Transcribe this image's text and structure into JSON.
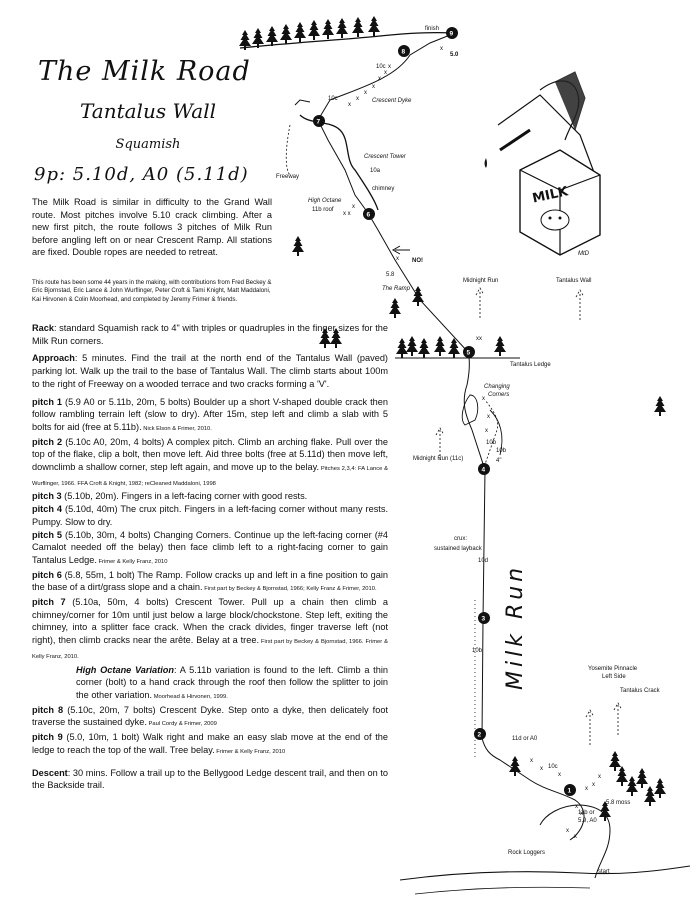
{
  "header": {
    "title": "The Milk Road",
    "subtitle": "Tantalus Wall",
    "location": "Squamish",
    "grade": "9p: 5.10d, A0 (5.11d)"
  },
  "intro": {
    "p1": "The Milk Road is similar in difficulty to the Grand Wall route. Most pitches involve 5.10 crack climbing. After a new first pitch, the route follows 3 pitches of Milk Run before angling left on or near Crescent Ramp. All stations are fixed. Double ropes are needed to retreat.",
    "p2": "This route has been some 44 years in the making, with contributions from Fred Beckey & Eric Bjornstad, Eric Lance & John Wurflinger, Peter Croft & Tami Knight, Matt Maddaloni, Kai Hirvonen & Colin Moorhead, and completed by Jeremy Frimer & friends."
  },
  "rack": {
    "label": "Rack",
    "text": ": standard Squamish rack to 4\" with triples or quadruples in the finger sizes for the Milk Run corners."
  },
  "approach": {
    "label": "Approach",
    "text": ": 5 minutes. Find the trail at the north end of the Tantalus Wall (paved) parking lot. Walk up the trail to the base of Tantalus Wall. The climb starts about 100m to the right of Freeway on a wooded terrace and two cracks forming a 'V'."
  },
  "pitches": [
    {
      "label": "pitch 1",
      "text": " (5.9 A0 or 5.11b, 20m, 5 bolts) Boulder up a short V-shaped double crack then follow rambling terrain left (slow to dry). After 15m, step left and climb a slab with 5 bolts for aid (free at 5.11b).",
      "credit": " Nick Elson & Frimer, 2010."
    },
    {
      "label": "pitch 2",
      "text": " (5.10c A0, 20m, 4 bolts) A complex pitch. Climb an arching flake. Pull over the top of the flake, clip a bolt, then move left. Aid three bolts (free at 5.11d) then move left, downclimb a shallow corner, step left again, and move up to the belay.",
      "credit": " Pitches 2,3,4: FA Lance & Wurflinger, 1966. FFA Croft & Knight, 1982; reCleaned Maddaloni, 1998"
    },
    {
      "label": "pitch 3",
      "text": " (5.10b, 20m). Fingers in a left-facing corner with good rests.",
      "credit": ""
    },
    {
      "label": "pitch 4",
      "text": " (5.10d, 40m) The crux pitch. Fingers in a left-facing corner without many rests. Pumpy. Slow to dry.",
      "credit": ""
    },
    {
      "label": "pitch 5",
      "text": " (5.10b, 30m, 4 bolts) Changing Corners. Continue up the left-facing corner (#4 Camalot needed off the belay) then face climb left to a right-facing corner to gain Tantalus Ledge.",
      "credit": " Frimer & Kelly Franz, 2010"
    },
    {
      "label": "pitch 6",
      "text": " (5.8, 55m, 1 bolt) The Ramp. Follow cracks up and left in a fine position to gain the base of a dirt/grass slope and a chain.",
      "credit": " First part by Beckey & Bjornstad, 1966; Kelly Franz & Frimer, 2010."
    },
    {
      "label": "pitch 7",
      "text": " (5.10a, 50m, 4 bolts) Crescent Tower. Pull up a chain then climb a chimney/corner for 10m until just below a large block/chockstone. Step left, exiting the chimney, into a splitter face crack. When the crack divides, finger traverse left (not right), then climb cracks near the arête. Belay at a tree.",
      "credit": " First part by Beckey & Bjornstad, 1966. Frimer & Kelly Franz, 2010."
    }
  ],
  "variation": {
    "label": "High Octane Variation",
    "text": ": A 5.11b variation is found to the left. Climb a thin corner (bolt) to a hand crack through the roof then follow the splitter to join the other variation.",
    "credit": " Moorhead & Hirvonen, 1999."
  },
  "pitches_late": [
    {
      "label": "pitch 8",
      "text": " (5.10c, 20m, 7 bolts) Crescent Dyke. Step onto a dyke, then delicately foot traverse the sustained dyke.",
      "credit": " Paul Cordy & Frimer, 2009"
    },
    {
      "label": "pitch 9",
      "text": " (5.0, 10m, 1 bolt) Walk right and make an easy slab move at the end of the ledge to reach the top of the wall. Tree belay.",
      "credit": " Frimer & Kelly Franz, 2010"
    }
  ],
  "descent": {
    "label": "Descent",
    "text": ": 30 mins. Follow a trail up to the Bellygood Ledge descent trail, and then on to the Backside trail."
  },
  "topo": {
    "finish": "finish",
    "start": "start",
    "milk_run": "Milk Run",
    "milk_carton": "MILK",
    "signature": "MtD",
    "stations": [
      "1",
      "2",
      "3",
      "4",
      "5",
      "6",
      "7",
      "8",
      "9"
    ],
    "grades": {
      "g9": "5.0",
      "g8": "10c",
      "g8b": "10c",
      "crescent_dyke": "Crescent Dyke",
      "crescent_tower": "Crescent Tower",
      "g7a": "10a",
      "chimney": "chimney",
      "high_octane": "High Octane",
      "high_octane_roof": "11b roof",
      "no": "NO!",
      "g6": "5.8",
      "ramp": "The Ramp",
      "changing": "Changing",
      "corners": "Corners",
      "g5": "10b",
      "g4": "10b",
      "g4b": "4\"",
      "crux": "crux:",
      "crux2": "sustained layback",
      "g10d": "10d",
      "g3": "10b",
      "g2": "11d or A0",
      "g2b": "10c",
      "g1": "11b or",
      "g1b": "5.9, A0",
      "moss": "5.8 moss"
    },
    "features": {
      "freeway": "Freeway",
      "midnight_run_top": "Midnight Run",
      "tantalus_wall": "Tantalus Wall",
      "tantalus_ledge": "Tantalus Ledge",
      "midnight_run_11c": "Midnight Run (11c)",
      "yosemite": "Yosemite Pinnacle",
      "left_side": "Left Side",
      "tantalus_crack": "Tantalus Crack",
      "rock_loggers": "Rock Loggers"
    }
  }
}
